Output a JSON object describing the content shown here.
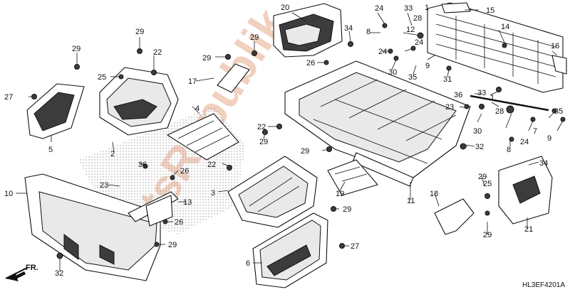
{
  "diagram": {
    "code": "HL3EF4201A",
    "front_label": "FR.",
    "watermark": "PartsRepublik",
    "callouts": [
      {
        "id": "c01",
        "text": "20"
      },
      {
        "id": "c02",
        "text": "24"
      },
      {
        "id": "c03",
        "text": "33"
      },
      {
        "id": "c04",
        "text": "1"
      },
      {
        "id": "c05",
        "text": "15"
      },
      {
        "id": "c06",
        "text": "28"
      },
      {
        "id": "c07",
        "text": "8"
      },
      {
        "id": "c08",
        "text": "12"
      },
      {
        "id": "c09",
        "text": "34"
      },
      {
        "id": "c10",
        "text": "14"
      },
      {
        "id": "c11",
        "text": "29"
      },
      {
        "id": "c12",
        "text": "29"
      },
      {
        "id": "c13",
        "text": "29"
      },
      {
        "id": "c14",
        "text": "22"
      },
      {
        "id": "c15",
        "text": "29"
      },
      {
        "id": "c16",
        "text": "24"
      },
      {
        "id": "c17",
        "text": "24"
      },
      {
        "id": "c18",
        "text": "16"
      },
      {
        "id": "c19",
        "text": "9"
      },
      {
        "id": "c20",
        "text": "25"
      },
      {
        "id": "c21",
        "text": "26"
      },
      {
        "id": "c22",
        "text": "30"
      },
      {
        "id": "c23",
        "text": "35"
      },
      {
        "id": "c24",
        "text": "27"
      },
      {
        "id": "c25",
        "text": "17"
      },
      {
        "id": "c26",
        "text": "31"
      },
      {
        "id": "c27",
        "text": "36"
      },
      {
        "id": "c28",
        "text": "33"
      },
      {
        "id": "c29",
        "text": "1"
      },
      {
        "id": "c30",
        "text": "4"
      },
      {
        "id": "c31",
        "text": "23"
      },
      {
        "id": "c32",
        "text": "28"
      },
      {
        "id": "c33",
        "text": "5"
      },
      {
        "id": "c34",
        "text": "22"
      },
      {
        "id": "c35",
        "text": "30"
      },
      {
        "id": "c36",
        "text": "35"
      },
      {
        "id": "c37",
        "text": "7"
      },
      {
        "id": "c38",
        "text": "24"
      },
      {
        "id": "c39",
        "text": "9"
      },
      {
        "id": "c40",
        "text": "2"
      },
      {
        "id": "c41",
        "text": "29"
      },
      {
        "id": "c42",
        "text": "29"
      },
      {
        "id": "c43",
        "text": "32"
      },
      {
        "id": "c44",
        "text": "8"
      },
      {
        "id": "c45",
        "text": "36"
      },
      {
        "id": "c46",
        "text": "22"
      },
      {
        "id": "c47",
        "text": "26"
      },
      {
        "id": "c48",
        "text": "34"
      },
      {
        "id": "c49",
        "text": "10"
      },
      {
        "id": "c50",
        "text": "23"
      },
      {
        "id": "c51",
        "text": "3"
      },
      {
        "id": "c52",
        "text": "13"
      },
      {
        "id": "c53",
        "text": "19"
      },
      {
        "id": "c54",
        "text": "11"
      },
      {
        "id": "c55",
        "text": "29"
      },
      {
        "id": "c56",
        "text": "18"
      },
      {
        "id": "c57",
        "text": "29"
      },
      {
        "id": "c58",
        "text": "26"
      },
      {
        "id": "c59",
        "text": "29"
      },
      {
        "id": "c60",
        "text": "25"
      },
      {
        "id": "c61",
        "text": "29"
      },
      {
        "id": "c62",
        "text": "21"
      },
      {
        "id": "c63",
        "text": "6"
      },
      {
        "id": "c64",
        "text": "27"
      },
      {
        "id": "c65",
        "text": "32"
      }
    ]
  }
}
